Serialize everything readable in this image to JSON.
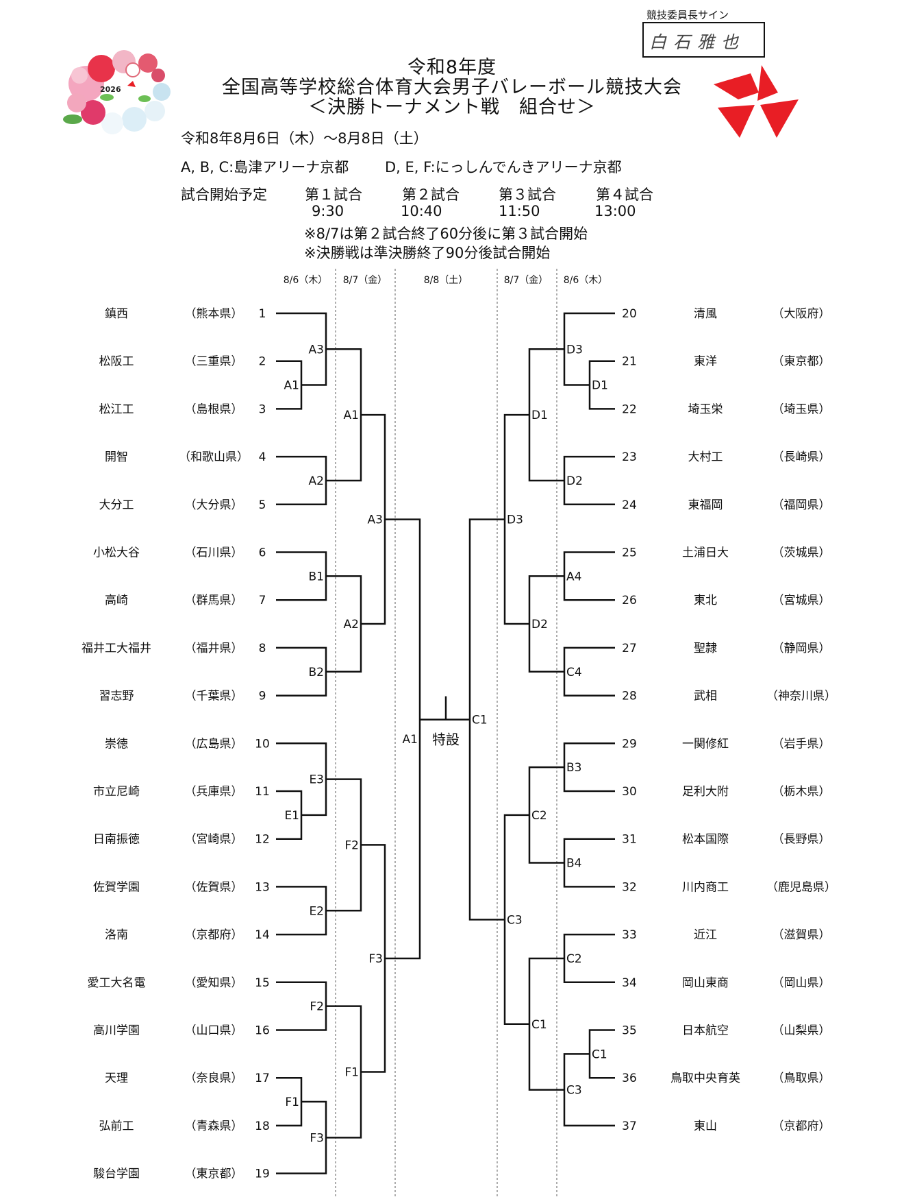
{
  "logo": {
    "year": "2026"
  },
  "signature": {
    "label": "競技委員長サイン",
    "name": "白石雅也"
  },
  "header": {
    "title_line1": "令和8年度",
    "title_line2": "全国高等学校総合体育大会男子バレーボール競技大会",
    "title_line3": "＜決勝トーナメント戦　組合せ＞",
    "dates": "令和8年8月6日（木）～8月8日（土）",
    "venues_abc": "A, B, C:島津アリーナ京都",
    "venues_def": "D, E, F:にっしんでんきアリーナ京都",
    "schedule_label": "試合開始予定",
    "match_times": [
      {
        "label": "第１試合",
        "time": "9:30"
      },
      {
        "label": "第２試合",
        "time": "10:40"
      },
      {
        "label": "第３試合",
        "time": "11:50"
      },
      {
        "label": "第４試合",
        "time": "13:00"
      }
    ],
    "note1": "※8/7は第２試合終了60分後に第３試合開始",
    "note2": "※決勝戦は準決勝終了90分後試合開始"
  },
  "round_dates": [
    "8/6（木）",
    "8/7（金）",
    "8/8（土）",
    "8/7（金）",
    "8/6（木）"
  ],
  "final_label": "特設",
  "left_teams": [
    {
      "no": "1",
      "name": "鎮西",
      "pref": "（熊本県）"
    },
    {
      "no": "2",
      "name": "松阪工",
      "pref": "（三重県）"
    },
    {
      "no": "3",
      "name": "松江工",
      "pref": "（島根県）"
    },
    {
      "no": "4",
      "name": "開智",
      "pref": "（和歌山県）"
    },
    {
      "no": "5",
      "name": "大分工",
      "pref": "（大分県）"
    },
    {
      "no": "6",
      "name": "小松大谷",
      "pref": "（石川県）"
    },
    {
      "no": "7",
      "name": "高崎",
      "pref": "（群馬県）"
    },
    {
      "no": "8",
      "name": "福井工大福井",
      "pref": "（福井県）"
    },
    {
      "no": "9",
      "name": "習志野",
      "pref": "（千葉県）"
    },
    {
      "no": "10",
      "name": "崇徳",
      "pref": "（広島県）"
    },
    {
      "no": "11",
      "name": "市立尼崎",
      "pref": "（兵庫県）"
    },
    {
      "no": "12",
      "name": "日南振徳",
      "pref": "（宮崎県）"
    },
    {
      "no": "13",
      "name": "佐賀学園",
      "pref": "（佐賀県）"
    },
    {
      "no": "14",
      "name": "洛南",
      "pref": "（京都府）"
    },
    {
      "no": "15",
      "name": "愛工大名電",
      "pref": "（愛知県）"
    },
    {
      "no": "16",
      "name": "高川学園",
      "pref": "（山口県）"
    },
    {
      "no": "17",
      "name": "天理",
      "pref": "（奈良県）"
    },
    {
      "no": "18",
      "name": "弘前工",
      "pref": "（青森県）"
    },
    {
      "no": "19",
      "name": "駿台学園",
      "pref": "（東京都）"
    }
  ],
  "right_teams": [
    {
      "no": "20",
      "name": "清風",
      "pref": "（大阪府）"
    },
    {
      "no": "21",
      "name": "東洋",
      "pref": "（東京都）"
    },
    {
      "no": "22",
      "name": "埼玉栄",
      "pref": "（埼玉県）"
    },
    {
      "no": "23",
      "name": "大村工",
      "pref": "（長崎県）"
    },
    {
      "no": "24",
      "name": "東福岡",
      "pref": "（福岡県）"
    },
    {
      "no": "25",
      "name": "土浦日大",
      "pref": "（茨城県）"
    },
    {
      "no": "26",
      "name": "東北",
      "pref": "（宮城県）"
    },
    {
      "no": "27",
      "name": "聖隷",
      "pref": "（静岡県）"
    },
    {
      "no": "28",
      "name": "武相",
      "pref": "（神奈川県）"
    },
    {
      "no": "29",
      "name": "一関修紅",
      "pref": "（岩手県）"
    },
    {
      "no": "30",
      "name": "足利大附",
      "pref": "（栃木県）"
    },
    {
      "no": "31",
      "name": "松本国際",
      "pref": "（長野県）"
    },
    {
      "no": "32",
      "name": "川内商工",
      "pref": "（鹿児島県）"
    },
    {
      "no": "33",
      "name": "近江",
      "pref": "（滋賀県）"
    },
    {
      "no": "34",
      "name": "岡山東商",
      "pref": "（岡山県）"
    },
    {
      "no": "35",
      "name": "日本航空",
      "pref": "（山梨県）"
    },
    {
      "no": "36",
      "name": "鳥取中央育英",
      "pref": "（鳥取県）"
    },
    {
      "no": "37",
      "name": "東山",
      "pref": "（京都府）"
    }
  ],
  "courts_left": {
    "r1": [
      "A1",
      "E1",
      "F1"
    ],
    "r2": [
      "A3",
      "A2",
      "B1",
      "B2",
      "E3",
      "E2",
      "F2",
      "F3"
    ],
    "r3": [
      "A1",
      "A2",
      "F2",
      "F1"
    ],
    "qf": [
      "A3",
      "F3"
    ],
    "sf": "A1"
  },
  "courts_right": {
    "r1": [
      "D1",
      "C1"
    ],
    "r2": [
      "D3",
      "D2",
      "A4",
      "C4",
      "B3",
      "B4",
      "C2",
      "C3"
    ],
    "r3": [
      "D1",
      "D2",
      "C2",
      "C1"
    ],
    "qf": [
      "D3",
      "C3"
    ],
    "sf": "C1"
  }
}
